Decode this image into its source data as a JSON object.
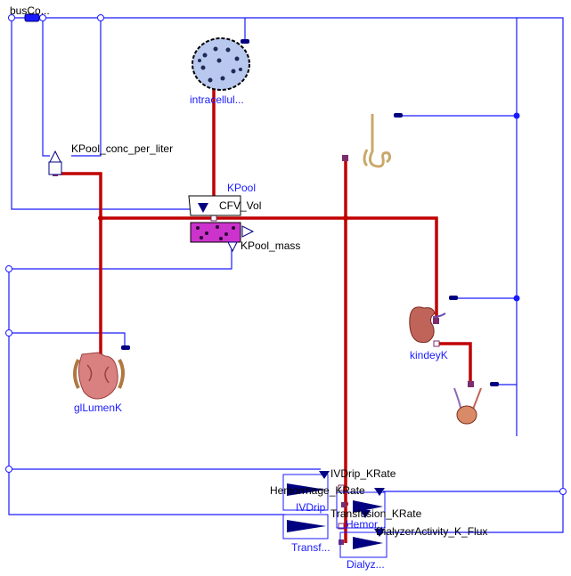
{
  "labels": {
    "bus": "busCo...",
    "intracellular": "intracellul...",
    "kpool_conc": "KPool_conc_per_liter",
    "kpool": "KPool",
    "cfv_vol": "CFV_Vol",
    "kpool_mass": "KPool_mass",
    "kidney": "kindeyK",
    "gi_lumen": "glLumenK",
    "ivdrip_krate": "IVDrip_KRate",
    "hemorrhage_krate": "Hemorrhage_KRate",
    "ivdrip": "IVDrip",
    "transfusion_krate": "Transfusion_KRate",
    "hemor": "Hemor...",
    "dialyzer_flux": "DialyzerActivity_K_Flux",
    "transf": "Transf...",
    "dialyz": "Dialyz..."
  },
  "colors": {
    "signal": "#1a1aff",
    "flow": "#c00000",
    "connector": "#000080",
    "port": "#7b2d6e",
    "pool_fill": "#cc33cc",
    "cell_fill": "#b8c8ee"
  },
  "icons": [
    "bus-connector-icon",
    "cell-icon",
    "pool-icon",
    "intestine-icon",
    "kidney-icon",
    "bladder-icon",
    "loop-of-henle-icon",
    "source-icon"
  ]
}
